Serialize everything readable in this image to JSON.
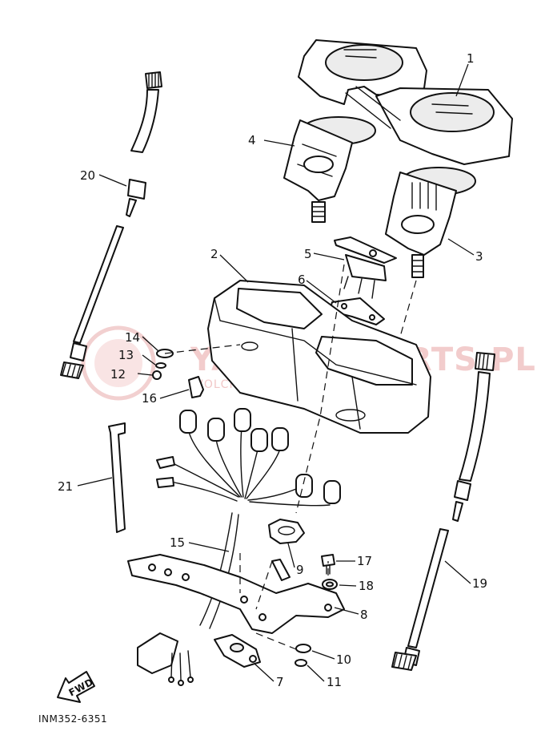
{
  "callouts": [
    {
      "n": "1"
    },
    {
      "n": "2"
    },
    {
      "n": "3"
    },
    {
      "n": "4"
    },
    {
      "n": "5"
    },
    {
      "n": "6"
    },
    {
      "n": "7"
    },
    {
      "n": "8"
    },
    {
      "n": "9"
    },
    {
      "n": "10"
    },
    {
      "n": "11"
    },
    {
      "n": "12"
    },
    {
      "n": "13"
    },
    {
      "n": "14"
    },
    {
      "n": "15"
    },
    {
      "n": "16"
    },
    {
      "n": "17"
    },
    {
      "n": "18"
    },
    {
      "n": "19"
    },
    {
      "n": "20"
    },
    {
      "n": "21"
    }
  ],
  "fwd_label": "FWD",
  "drawing_code": "INM352-6351",
  "watermark": {
    "text": "YAMAHA PARTS.PL",
    "subtext": "WOLCIECHOWSKI MOTORY YAMAHA"
  }
}
